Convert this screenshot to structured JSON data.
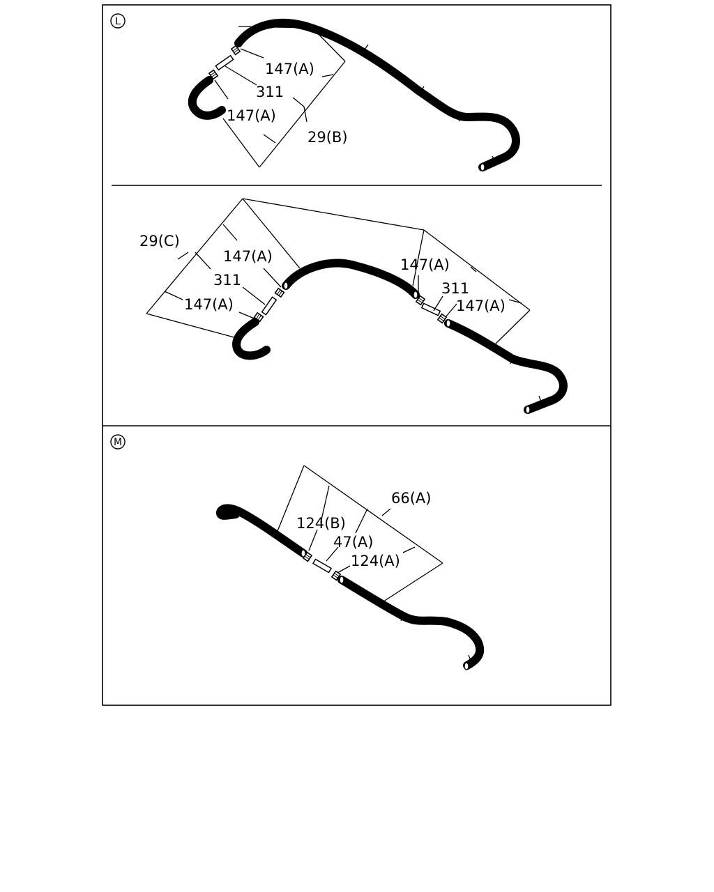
{
  "section_l": {
    "badge": "L",
    "labels": [
      "147(A)",
      "311",
      "147(A)",
      "29(B)"
    ]
  },
  "section_mid": {
    "labels": [
      "29(C)",
      "147(A)",
      "311",
      "147(A)",
      "147(A)",
      "311",
      "147(A)"
    ]
  },
  "section_m": {
    "badge": "M",
    "labels": [
      "66(A)",
      "124(B)",
      "47(A)",
      "124(A)"
    ]
  }
}
